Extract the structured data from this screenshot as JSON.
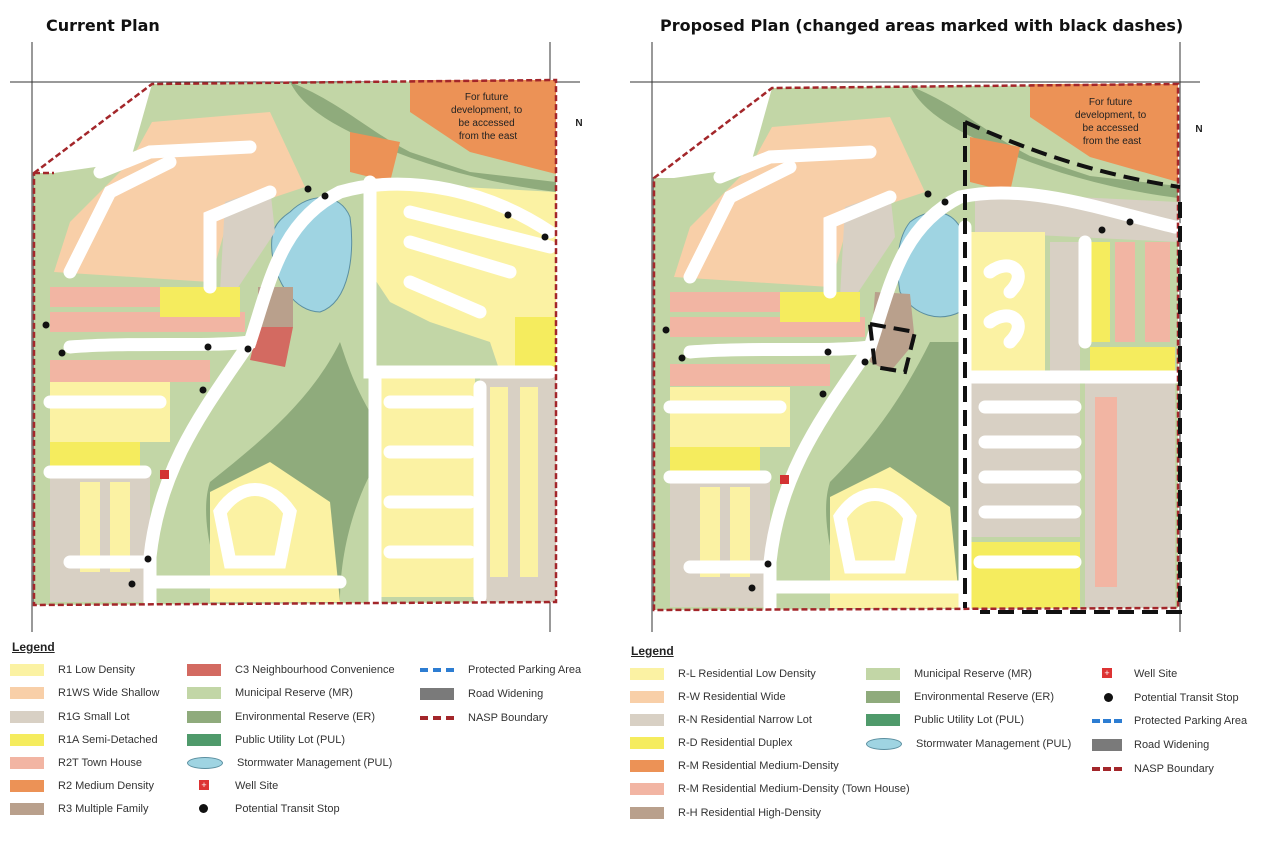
{
  "current": {
    "title": "Current Plan",
    "future_dev": [
      "For future",
      "development, to",
      "be accessed",
      "from the east"
    ],
    "legend_title": "Legend",
    "legend": [
      {
        "label": "R1 Low Density",
        "color": "#fbf2a3",
        "kind": "box"
      },
      {
        "label": "R1WS Wide Shallow",
        "color": "#f8cfa8",
        "kind": "box"
      },
      {
        "label": "R1G Small Lot",
        "color": "#d8d0c4",
        "kind": "box"
      },
      {
        "label": "R1A Semi-Detached",
        "color": "#f5ec5e",
        "kind": "box"
      },
      {
        "label": "R2T Town House",
        "color": "#f2b5a3",
        "kind": "box"
      },
      {
        "label": "R2 Medium Density",
        "color": "#ec9256",
        "kind": "box"
      },
      {
        "label": "R3 Multiple Family",
        "color": "#b9a08c",
        "kind": "box"
      },
      {
        "label": "C3 Neighbourhood Convenience",
        "color": "#d36a61",
        "kind": "box"
      },
      {
        "label": "Municipal Reserve (MR)",
        "color": "#c2d6a6",
        "kind": "box"
      },
      {
        "label": "Environmental Reserve (ER)",
        "color": "#8fab7c",
        "kind": "box"
      },
      {
        "label": "Public Utility Lot (PUL)",
        "color": "#4f9a6b",
        "kind": "box"
      },
      {
        "label": "Stormwater Management (PUL)",
        "color": "#9fd4e2",
        "kind": "pond"
      },
      {
        "label": "Well Site",
        "color": "#d33333",
        "kind": "well"
      },
      {
        "label": "Potential Transit Stop",
        "color": "#111111",
        "kind": "dot"
      },
      {
        "label": "Protected Parking Area",
        "color": "#2d7dd2",
        "kind": "line"
      },
      {
        "label": "Road Widening",
        "color": "#7a7a7a",
        "kind": "box"
      },
      {
        "label": "NASP Boundary",
        "color": "#a3262a",
        "kind": "line"
      }
    ]
  },
  "proposed": {
    "title": "Proposed Plan (changed areas marked with black dashes)",
    "future_dev": [
      "For future",
      "development, to",
      "be accessed",
      "from the east"
    ],
    "legend_title": "Legend",
    "legend": [
      {
        "label": "R-L Residential Low Density",
        "color": "#fbf2a3",
        "kind": "box"
      },
      {
        "label": "R-W Residential Wide",
        "color": "#f8cfa8",
        "kind": "box"
      },
      {
        "label": "R-N Residential Narrow Lot",
        "color": "#d8d0c4",
        "kind": "box"
      },
      {
        "label": "R-D Residential Duplex",
        "color": "#f5ec5e",
        "kind": "box"
      },
      {
        "label": "R-M Residential Medium-Density",
        "color": "#ec9256",
        "kind": "box"
      },
      {
        "label": "R-M Residential Medium-Density (Town House)",
        "color": "#f2b5a3",
        "kind": "box"
      },
      {
        "label": "R-H Residential High-Density",
        "color": "#b9a08c",
        "kind": "box"
      },
      {
        "label": "Municipal Reserve (MR)",
        "color": "#c2d6a6",
        "kind": "box"
      },
      {
        "label": "Environmental Reserve (ER)",
        "color": "#8fab7c",
        "kind": "box"
      },
      {
        "label": "Public Utility Lot (PUL)",
        "color": "#4f9a6b",
        "kind": "box"
      },
      {
        "label": "Stormwater Management (PUL)",
        "color": "#9fd4e2",
        "kind": "pond"
      },
      {
        "label": "Well Site",
        "color": "#d33333",
        "kind": "well"
      },
      {
        "label": "Potential Transit Stop",
        "color": "#111111",
        "kind": "dot"
      },
      {
        "label": "Protected Parking Area",
        "color": "#2d7dd2",
        "kind": "line"
      },
      {
        "label": "Road Widening",
        "color": "#7a7a7a",
        "kind": "box"
      },
      {
        "label": "NASP Boundary",
        "color": "#a3262a",
        "kind": "line"
      }
    ]
  },
  "north_label": "N"
}
